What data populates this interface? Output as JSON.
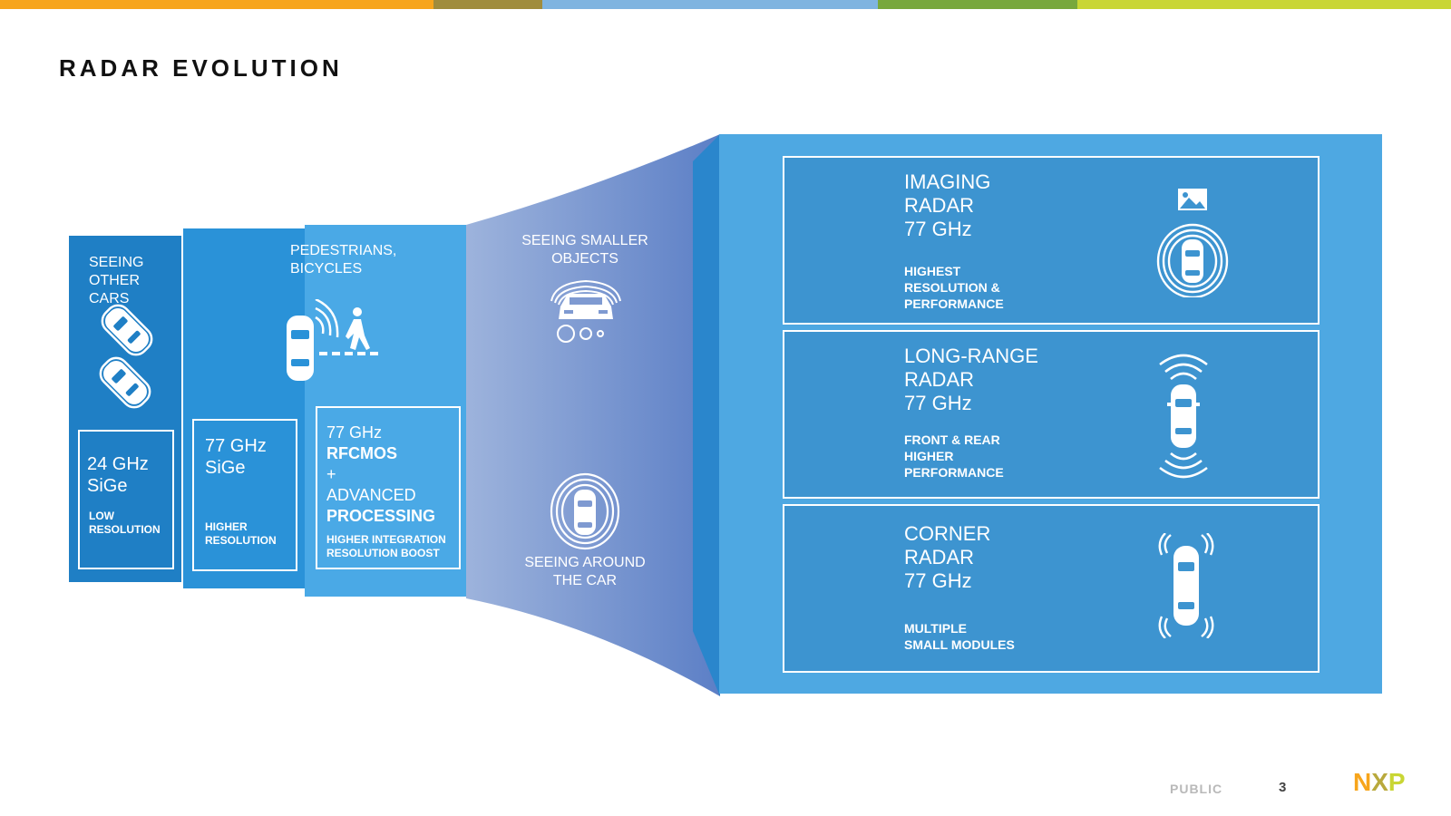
{
  "colors": {
    "topbar": [
      "#f7a51c",
      "#a08c3c",
      "#7fb4e0",
      "#78a83c",
      "#c9d634"
    ],
    "panel_dark": "#1f7fc5",
    "panel_mid": "#2a92d8",
    "panel_light": "#4aa9e6",
    "panel_right": "#4ea8e2",
    "logo_orange": "#f7a51c",
    "logo_green": "#c9d634"
  },
  "title": "RADAR EVOLUTION",
  "stage1": {
    "caption_line1": "SEEING",
    "caption_line2": "OTHER CARS",
    "icon": "two-cars-icon",
    "box": {
      "line1": "24 GHz",
      "line2": "SiGe",
      "sub1": "LOW",
      "sub2": "RESOLUTION"
    }
  },
  "stage2": {
    "caption_line1": "PEDESTRIANS,",
    "caption_line2": "BICYCLES",
    "icon": "car-pedestrian-icon",
    "box": {
      "line1": "77 GHz",
      "line2": "SiGe",
      "sub1": "HIGHER",
      "sub2": "RESOLUTION"
    }
  },
  "stage3": {
    "box": {
      "line1": "77 GHz",
      "line2": "RFCMOS",
      "line3": "+",
      "line4": "ADVANCED",
      "line5": "PROCESSING",
      "sub1": "HIGHER INTEGRATION",
      "sub2": "RESOLUTION BOOST"
    }
  },
  "stage4": {
    "top_caption_line1": "SEEING SMALLER",
    "top_caption_line2": "OBJECTS",
    "top_icon": "car-front-objects-icon",
    "bottom_caption_line1": "SEEING AROUND",
    "bottom_caption_line2": "THE CAR",
    "bottom_icon": "car-surround-icon"
  },
  "radars": [
    {
      "t1": "IMAGING",
      "t2": "RADAR",
      "t3": "77 GHz",
      "s1": "HIGHEST",
      "s2": "RESOLUTION &",
      "s3": "PERFORMANCE",
      "icon": "imaging-radar-icon"
    },
    {
      "t1": "LONG-RANGE",
      "t2": "RADAR",
      "t3": "77 GHz",
      "s1": "FRONT & REAR",
      "s2": "HIGHER",
      "s3": "PERFORMANCE",
      "icon": "long-range-radar-icon"
    },
    {
      "t1": "CORNER",
      "t2": "RADAR",
      "t3": "77 GHz",
      "s1": "MULTIPLE",
      "s2": "SMALL MODULES",
      "s3": "",
      "icon": "corner-radar-icon"
    }
  ],
  "footer": {
    "public": "PUBLIC",
    "page": "3",
    "logo": "NXP"
  }
}
